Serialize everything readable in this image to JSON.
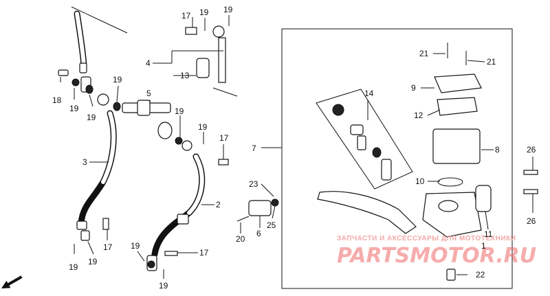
{
  "callouts": {
    "c1": "1",
    "c2": "2",
    "c3": "3",
    "c4": "4",
    "c5": "5",
    "c6": "6",
    "c7": "7",
    "c8": "8",
    "c9": "9",
    "c10": "10",
    "c11": "11",
    "c12": "12",
    "c13": "13",
    "c14": "14",
    "c17": "17",
    "c18": "18",
    "c19": "19",
    "c20": "20",
    "c21": "21",
    "c22": "22",
    "c23": "23",
    "c25": "25",
    "c26": "26"
  },
  "watermark": {
    "line1": "ЗАПЧАСТИ И АКСЕССУАРЫ ДЛЯ МОТОТЕХНИКИ",
    "line2": "PARTSMOTOR.RU"
  },
  "fwd_marker": "FWD"
}
